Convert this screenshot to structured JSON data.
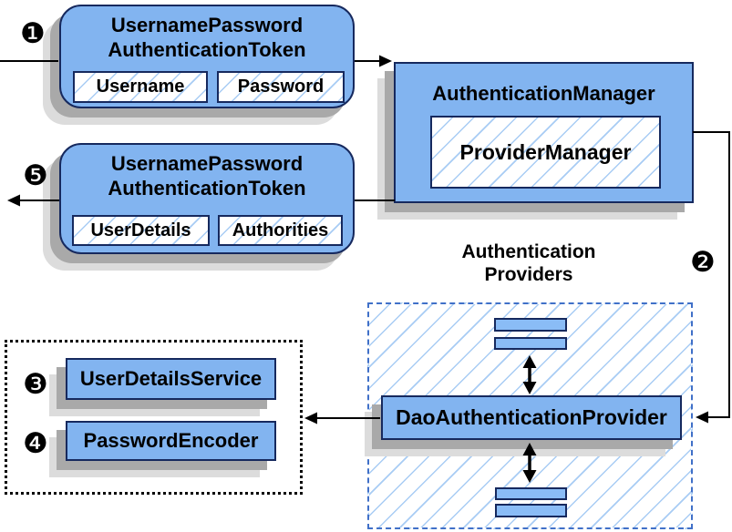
{
  "colors": {
    "node_fill": "#82b4f0",
    "node_border": "#16295e",
    "hatch_line": "#a8ccf4",
    "dashed_border": "#4070c8",
    "dotted_border": "#000000",
    "connector": "#000000",
    "shadow_dark": "#a9a9a9",
    "shadow_light": "#dcdcdc"
  },
  "badges": {
    "step1": "❶",
    "step2": "❷",
    "step3": "❸",
    "step4": "❹",
    "step5": "❺"
  },
  "token_request": {
    "title_line1": "UsernamePassword",
    "title_line2": "AuthenticationToken",
    "field1": "Username",
    "field2": "Password"
  },
  "auth_manager": {
    "title": "AuthenticationManager",
    "inner": "ProviderManager"
  },
  "token_response": {
    "title_line1": "UsernamePassword",
    "title_line2": "AuthenticationToken",
    "field1": "UserDetails",
    "field2": "Authorities"
  },
  "providers": {
    "label_line1": "Authentication",
    "label_line2": "Providers",
    "dao": "DaoAuthenticationProvider"
  },
  "services": {
    "user_details_service": "UserDetailsService",
    "password_encoder": "PasswordEncoder"
  }
}
